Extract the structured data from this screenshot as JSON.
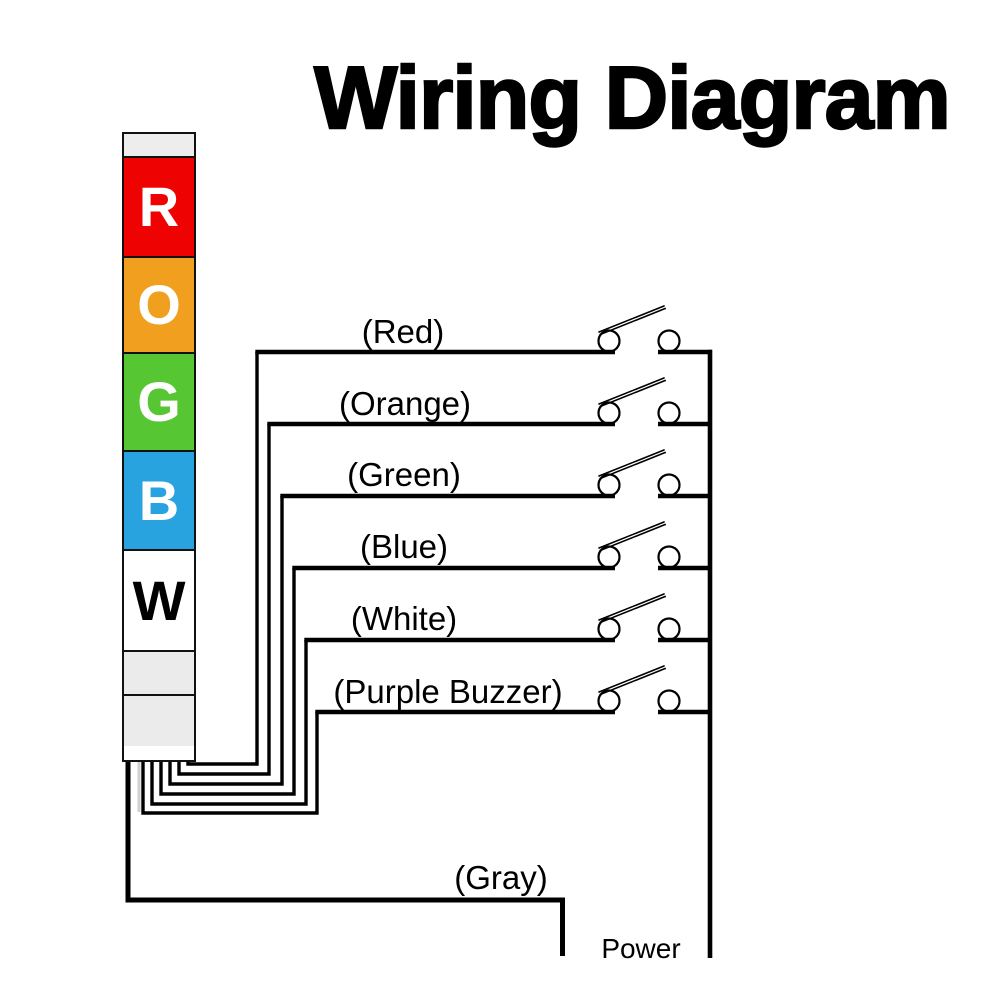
{
  "title": "Wiring Diagram",
  "tower": {
    "segments": [
      {
        "id": "cap",
        "letter": "",
        "bg": "#ededed",
        "fg": "#000000"
      },
      {
        "id": "red",
        "letter": "R",
        "bg": "#ee0202",
        "fg": "#ffffff"
      },
      {
        "id": "orange",
        "letter": "O",
        "bg": "#f0a01e",
        "fg": "#ffffff"
      },
      {
        "id": "green",
        "letter": "G",
        "bg": "#56c632",
        "fg": "#ffffff"
      },
      {
        "id": "blue",
        "letter": "B",
        "bg": "#29a2e0",
        "fg": "#ffffff"
      },
      {
        "id": "white",
        "letter": "W",
        "bg": "#ffffff",
        "fg": "#000000"
      },
      {
        "id": "base-upper",
        "letter": "",
        "bg": "#ebebeb",
        "fg": "#000000"
      },
      {
        "id": "base-lower",
        "letter": "",
        "bg": "#ebebeb",
        "fg": "#000000"
      }
    ]
  },
  "wires": [
    {
      "id": "red",
      "label": "(Red)"
    },
    {
      "id": "orange",
      "label": "(Orange)"
    },
    {
      "id": "green",
      "label": "(Green)"
    },
    {
      "id": "blue",
      "label": "(Blue)"
    },
    {
      "id": "white",
      "label": "(White)"
    },
    {
      "id": "purple-buzzer",
      "label": "(Purple Buzzer)"
    }
  ],
  "gray_wire": {
    "label": "(Gray)"
  },
  "power": {
    "label": "Power"
  },
  "colors": {
    "wire": "#000000",
    "background": "#ffffff",
    "wire_shadow": "#c8c8c8"
  }
}
